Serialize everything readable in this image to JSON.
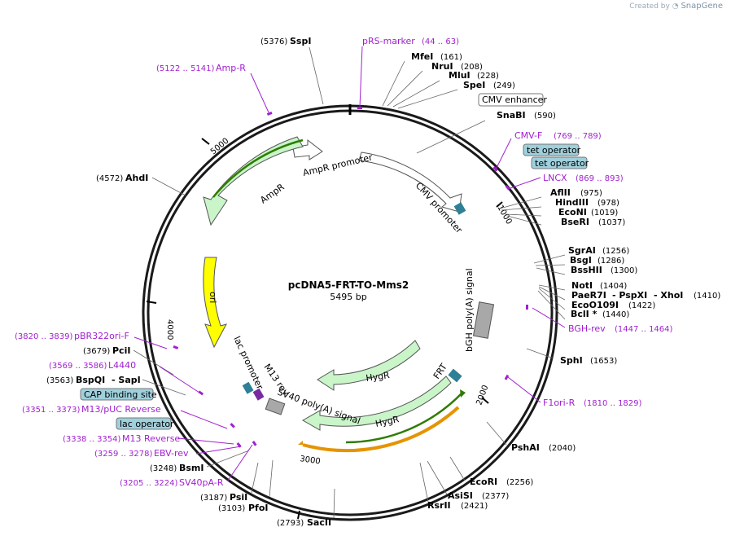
{
  "branding": {
    "prefix": "Created by",
    "name": "SnapGene"
  },
  "plasmid": {
    "name": "pcDNA5-FRT-TO-Mms2",
    "size": "5495 bp"
  },
  "ticks": [
    "1000",
    "2000",
    "3000",
    "4000",
    "5000"
  ],
  "sites": {
    "sspi": {
      "name": "SspI",
      "pos": "(5376)"
    },
    "mfei": {
      "name": "MfeI",
      "pos": "(161)"
    },
    "nrui": {
      "name": "NruI",
      "pos": "(208)"
    },
    "mlui": {
      "name": "MluI",
      "pos": "(228)"
    },
    "spei": {
      "name": "SpeI",
      "pos": "(249)"
    },
    "snabi": {
      "name": "SnaBI",
      "pos": "(590)"
    },
    "aflii": {
      "name": "AflII",
      "pos": "(975)"
    },
    "hindiii": {
      "name": "HindIII",
      "pos": "(978)"
    },
    "econi": {
      "name": "EcoNI",
      "pos": "(1019)"
    },
    "bseri": {
      "name": "BseRI",
      "pos": "(1037)"
    },
    "sgrai": {
      "name": "SgrAI",
      "pos": "(1256)"
    },
    "bsgi": {
      "name": "BsgI",
      "pos": "(1286)"
    },
    "bsshii": {
      "name": "BssHII",
      "pos": "(1300)"
    },
    "noti": {
      "name": "NotI",
      "pos": "(1404)"
    },
    "paer7i": {
      "name": "PaeR7I",
      "sep1": "- PspXI",
      "sep2": "- XhoI",
      "pos": "(1410)"
    },
    "ecoo109i": {
      "name": "EcoO109I",
      "pos": "(1422)"
    },
    "bcli": {
      "name": "BclI *",
      "pos": "(1440)"
    },
    "sphi": {
      "name": "SphI",
      "pos": "(1653)"
    },
    "pshai": {
      "name": "PshAI",
      "pos": "(2040)"
    },
    "ecori": {
      "name": "EcoRI",
      "pos": "(2256)"
    },
    "asisi": {
      "name": "AsiSI",
      "pos": "(2377)"
    },
    "rsrii": {
      "name": "RsrII",
      "pos": "(2421)"
    },
    "sacii": {
      "name": "SacII",
      "pos": "(2793)"
    },
    "pfoi": {
      "name": "PfoI",
      "pos": "(3103)"
    },
    "psii": {
      "name": "PsiI",
      "pos": "(3187)"
    },
    "bsmi": {
      "name": "BsmI",
      "pos": "(3248)"
    },
    "bspqi": {
      "name": "BspQI",
      "sep": "- SapI",
      "pos": "(3563)"
    },
    "pcii": {
      "name": "PciI",
      "pos": "(3679)"
    },
    "ahdi": {
      "name": "AhdI",
      "pos": "(4572)"
    }
  },
  "primers": {
    "prs": {
      "name": "pRS-marker",
      "pos": "(44 .. 63)"
    },
    "ampr": {
      "name": "Amp-R",
      "pos": "(5122 .. 5141)"
    },
    "cmvf": {
      "name": "CMV-F",
      "pos": "(769 .. 789)"
    },
    "lncx": {
      "name": "LNCX",
      "pos": "(869 .. 893)"
    },
    "bghrev": {
      "name": "BGH-rev",
      "pos": "(1447 .. 1464)"
    },
    "f1ori": {
      "name": "F1ori-R",
      "pos": "(1810 .. 1829)"
    },
    "pbr322": {
      "name": "pBR322ori-F",
      "pos": "(3820 .. 3839)"
    },
    "l4440": {
      "name": "L4440",
      "pos": "(3569 .. 3586)"
    },
    "m13puc": {
      "name": "M13/pUC Reverse",
      "pos": "(3351 .. 3373)"
    },
    "m13rev": {
      "name": "M13 Reverse",
      "pos": "(3338 .. 3354)"
    },
    "ebvrev": {
      "name": "EBV-rev",
      "pos": "(3259 .. 3278)"
    },
    "sv40pa": {
      "name": "SV40pA-R",
      "pos": "(3205 .. 3224)"
    }
  },
  "boxed": {
    "cmv_enh": "CMV enhancer",
    "tet1": "tet operator",
    "tet2": "tet operator",
    "cap": "CAP binding site",
    "lacop": "lac operator"
  },
  "features": {
    "cmv_promoter": "CMV promoter",
    "ampr_promoter": "AmpR promoter",
    "ampr": "AmpR",
    "ori": "ori",
    "bgh": "bGH poly(A) signal",
    "hygr1": "HygR",
    "hygr2": "HygR",
    "frt": "FRT",
    "sv40": "SV40 poly(A) signal",
    "lac_promoter": "lac promoter",
    "m13rev": "M13 rev"
  },
  "colors": {
    "backbone": "#1a1a1a",
    "primer": "#a020d0",
    "green_fill": "#c9f5c9",
    "green_line": "#2e7d00",
    "orange_line": "#e59400",
    "teal": "#2d8095",
    "box_fill": "#9fd0dc",
    "grey": "#a8a8a8"
  }
}
